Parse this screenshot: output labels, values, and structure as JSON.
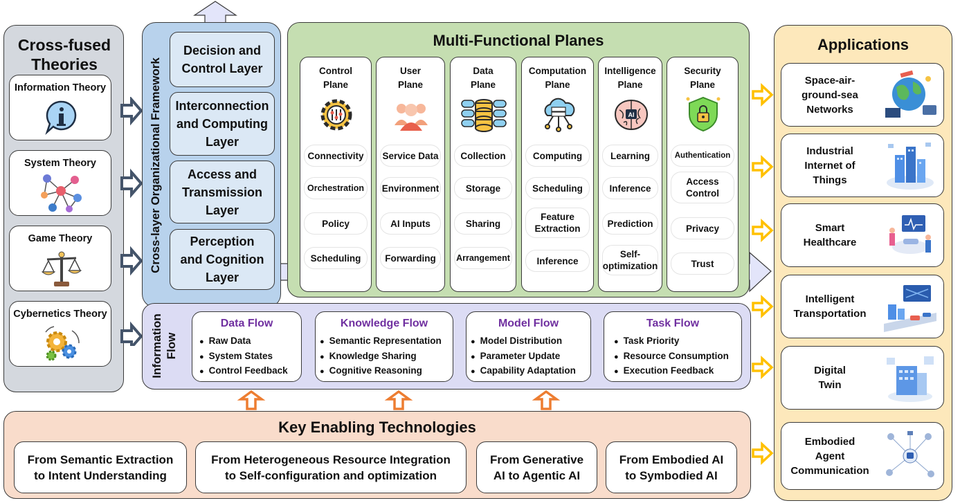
{
  "theories": {
    "title": "Cross-fused\nTheories",
    "items": [
      {
        "label": "Information Theory",
        "icon": "info-bubble-icon"
      },
      {
        "label": "System Theory",
        "icon": "network-graph-icon"
      },
      {
        "label": "Game Theory",
        "icon": "balance-scale-icon"
      },
      {
        "label": "Cybernetics Theory",
        "icon": "gears-icon"
      }
    ]
  },
  "crosslayer": {
    "title": "Cross-layer Organizational Framework",
    "layers": [
      "Decision and\nControl Layer",
      "Interconnection\nand Computing\nLayer",
      "Access and\nTransmission\nLayer",
      "Perception\nand Cognition\nLayer"
    ]
  },
  "planes": {
    "title": "Multi-Functional Planes",
    "items": [
      {
        "name": "Control\nPlane",
        "icon": "control-gear-icon",
        "functions": [
          "Connectivity",
          "Orchestration",
          "Policy",
          "Scheduling"
        ]
      },
      {
        "name": "User\nPlane",
        "icon": "users-icon",
        "functions": [
          "Service Data",
          "Environment",
          "AI Inputs",
          "Forwarding"
        ]
      },
      {
        "name": "Data\nPlane",
        "icon": "database-icon",
        "functions": [
          "Collection",
          "Storage",
          "Sharing",
          "Arrangement"
        ]
      },
      {
        "name": "Computation\nPlane",
        "icon": "cloud-computing-icon",
        "functions": [
          "Computing",
          "Scheduling",
          "Feature\nExtraction",
          "Inference"
        ]
      },
      {
        "name": "Intelligence\nPlane",
        "icon": "ai-brain-icon",
        "functions": [
          "Learning",
          "Inference",
          "Prediction",
          "Self-\noptimization"
        ]
      },
      {
        "name": "Security\nPlane",
        "icon": "security-shield-icon",
        "functions": [
          "Authentication",
          "Access\nControl",
          "Privacy",
          "Trust"
        ]
      }
    ]
  },
  "infoflow": {
    "title": "Information\nFlow",
    "flows": [
      {
        "title": "Data Flow",
        "items": [
          "Raw Data",
          "System States",
          "Control Feedback"
        ]
      },
      {
        "title": "Knowledge Flow",
        "items": [
          "Semantic Representation",
          "Knowledge Sharing",
          "Cognitive Reasoning"
        ]
      },
      {
        "title": "Model Flow",
        "items": [
          "Model Distribution",
          "Parameter Update",
          "Capability Adaptation"
        ]
      },
      {
        "title": "Task Flow",
        "items": [
          "Task Priority",
          "Resource Consumption",
          "Execution Feedback"
        ]
      }
    ]
  },
  "keytech": {
    "title": "Key Enabling Technologies",
    "items": [
      "From Semantic Extraction\nto Intent Understanding",
      "From Heterogeneous Resource Integration\nto Self-configuration and optimization",
      "From Generative\nAI to Agentic AI",
      "From Embodied AI\nto Symbodied AI"
    ]
  },
  "applications": {
    "title": "Applications",
    "items": [
      {
        "label": "Space-air-\nground-sea\nNetworks",
        "icon": "globe-network-icon"
      },
      {
        "label": "Industrial\nInternet of\nThings",
        "icon": "smart-city-icon"
      },
      {
        "label": "Smart\nHealthcare",
        "icon": "healthcare-icon"
      },
      {
        "label": "Intelligent\nTransportation",
        "icon": "transportation-icon"
      },
      {
        "label": "Digital\nTwin",
        "icon": "digital-twin-icon"
      },
      {
        "label": "Embodied\nAgent\nCommunication",
        "icon": "robot-agents-icon"
      }
    ]
  },
  "colors": {
    "theory_panel": "#d4d8de",
    "crosslayer_panel": "#b8d2ec",
    "planes_panel": "#c5deb1",
    "infoflow_panel": "#dcdcf4",
    "keytech_panel": "#f9dccb",
    "applications_panel": "#fde8bb",
    "flow_title": "#7030a0",
    "arrow_orange": "#ed7d31",
    "arrow_yellow": "#ffc000",
    "arrow_dark": "#44546a"
  }
}
